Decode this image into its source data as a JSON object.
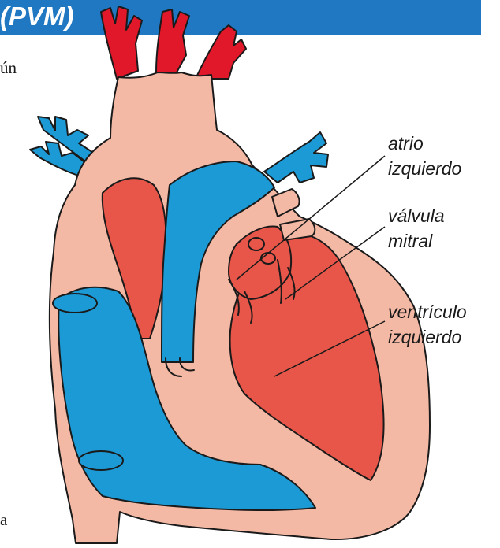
{
  "header": {
    "title": "(PVM)"
  },
  "body_fragments": {
    "top": "ún",
    "bottom": "a"
  },
  "labels": {
    "atrio": [
      "atrio",
      "izquierdo"
    ],
    "valvula": [
      "válvula",
      "mitral"
    ],
    "ventriculo": [
      "ventrículo",
      "izquierdo"
    ]
  },
  "colors": {
    "header_bg": "#1f78c1",
    "oxygen_rich": "#e8564a",
    "oxygen_poor": "#1c9ad6",
    "heart_wall": "#f4b9a5",
    "artery_tip": "#e0182a"
  }
}
